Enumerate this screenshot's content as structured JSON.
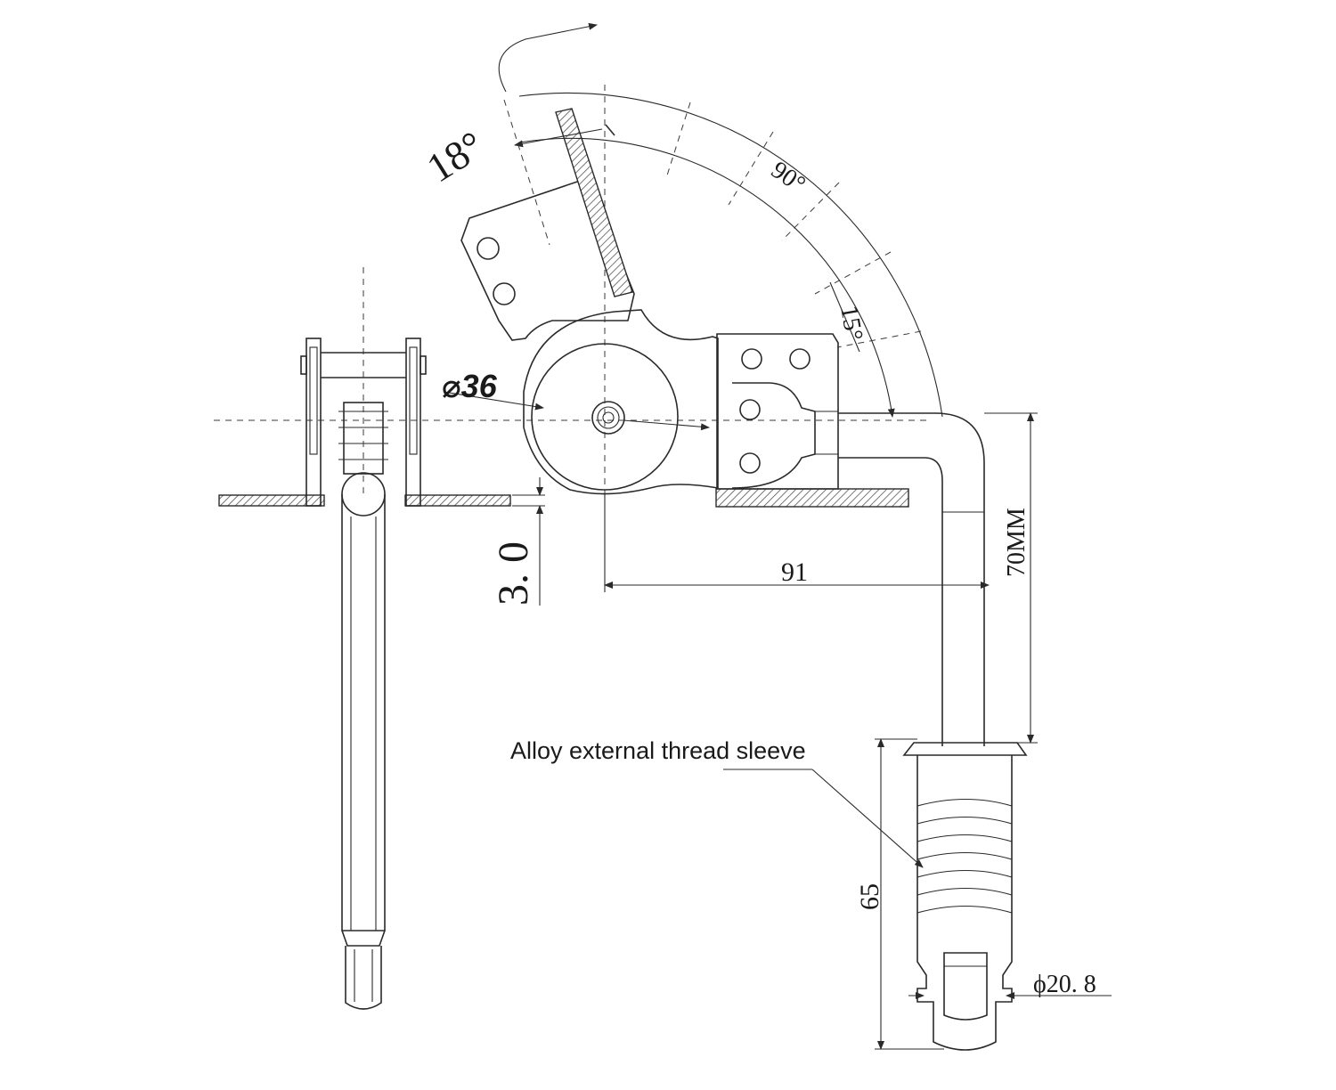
{
  "labels": {
    "angle_fold": "18°",
    "angle_sweep": "90°",
    "angle_step": "15°",
    "roller_diameter": "⌀36",
    "plate_thickness": "3. 0",
    "horizontal_offset": "91",
    "arm_height": "70MM",
    "sleeve_length": "65",
    "sleeve_diameter": "ϕ20. 8",
    "callout": "Alloy external thread sleeve"
  },
  "colors": {
    "line": "#2a2a2a",
    "background": "#ffffff"
  }
}
